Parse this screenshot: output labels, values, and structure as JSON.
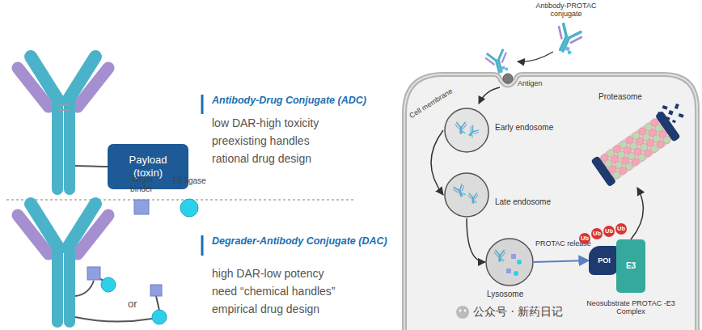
{
  "diagram": {
    "nodes": [
      {
        "text": [
          "Payload (toxin)"
        ]
      },
      {
        "text": [
          "Cell membrane"
        ]
      },
      {
        "text": [
          "Early endosome"
        ],
        "in": 1
      },
      {
        "text": [
          "Late endosome"
        ],
        "in": 1
      },
      {
        "text": [
          "Lysosome"
        ],
        "in": 1
      },
      {
        "text": [
          "Proteasome"
        ],
        "in": 1
      },
      {
        "text": [
          "POI"
        ],
        "in": 1
      },
      {
        "text": [
          "E3"
        ],
        "in": 1
      }
    ],
    "edges": [
      {
        "from": 2,
        "to": 3,
        "arrow": "to"
      },
      {
        "from": 3,
        "to": 4,
        "arrow": "to"
      },
      {
        "from": 4,
        "to": 6,
        "arrow": "to"
      },
      {
        "from": 7,
        "to": 5,
        "arrow": "to"
      }
    ],
    "labels": [
      "Antibody-Drug Conjugate (ADC)",
      "low DAR-high toxicity",
      "preexisting handles",
      "rational drug design",
      "Target binder",
      "E3 ligase",
      "or",
      "Degrader-Antibody Conjugate (DAC)",
      "high DAR-low potency",
      "need “chemical handles”",
      "empirical drug design",
      "Antibody-PROTAC conjugate",
      "Antigen",
      "PROTAC release",
      "Ub",
      "Ub",
      "Ub",
      "Ub",
      "Neosubstrate PROTAC -E3 Complex",
      "公众号 · 新药日记"
    ]
  }
}
